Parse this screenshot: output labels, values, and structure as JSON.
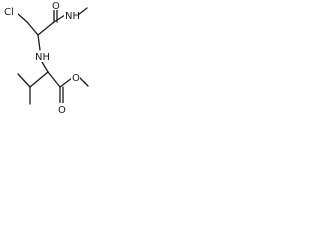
{
  "molecule": {
    "atoms": {
      "chlorine": "Cl",
      "amide_oxygen": "O",
      "amide_nh": "NH",
      "amine_nh": "NH",
      "ester_oxygen_carbonyl": "O",
      "ester_oxygen_single": "O"
    },
    "colors": {
      "bond": "#1a1a1a",
      "background": "#ffffff"
    }
  }
}
